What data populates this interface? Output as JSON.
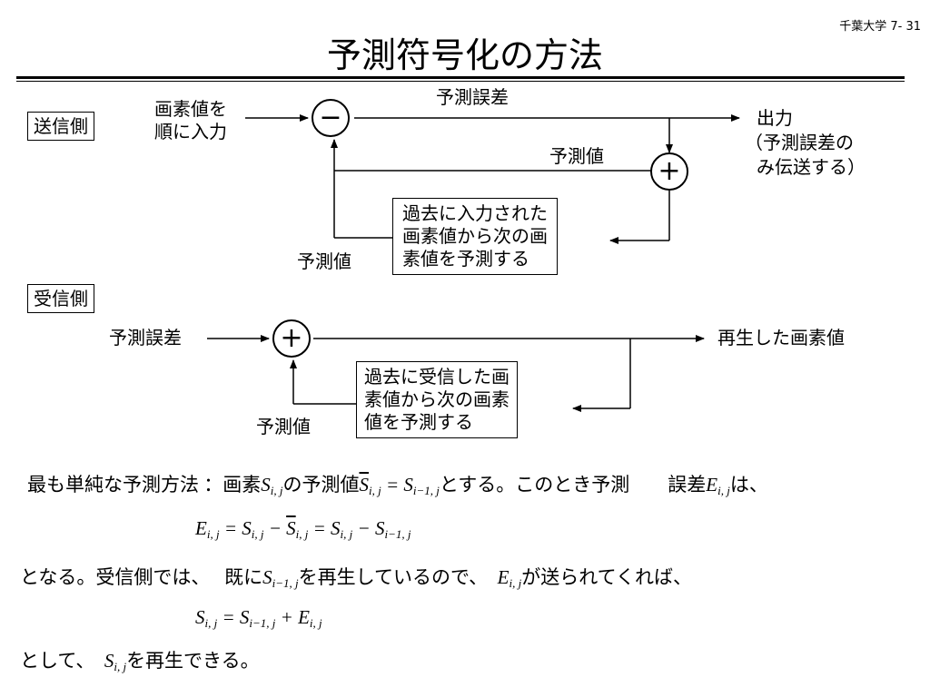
{
  "page_number": "千葉大学 7- 31",
  "title": "予測符号化の方法",
  "sender": {
    "section_label": "送信側",
    "input_label_1": "画素値を",
    "input_label_2": "順に入力",
    "minus_symbol": "−",
    "error_label": "予測誤差",
    "output_label_1": "出力",
    "output_label_2": "（予測誤差の",
    "output_label_3": "み伝送する）",
    "plus_symbol": "+",
    "predicted_label_top": "予測値",
    "predicted_label_left": "予測値",
    "predictor_box_1": "過去に入力された",
    "predictor_box_2": "画素値から次の画",
    "predictor_box_3": "素値を予測する"
  },
  "receiver": {
    "section_label": "受信側",
    "input_label": "予測誤差",
    "plus_symbol": "+",
    "output_label": "再生した画素値",
    "predicted_label": "予測値",
    "predictor_box_1": "過去に受信した画",
    "predictor_box_2": "素値から次の画素",
    "predictor_box_3": "値を予測する"
  },
  "explanation": {
    "line1_a": "最も単純な予測方法 ：画素",
    "line1_b": "の予測値",
    "line1_c": "とする。このとき予測　　誤差",
    "line1_d": "は、",
    "line3_a": "となる。受信側では、　 既に",
    "line3_b": "を再生しているので、　",
    "line3_c": "が送られてくれば、",
    "line5_a": "として、　",
    "line5_b": "を再生できる。"
  }
}
